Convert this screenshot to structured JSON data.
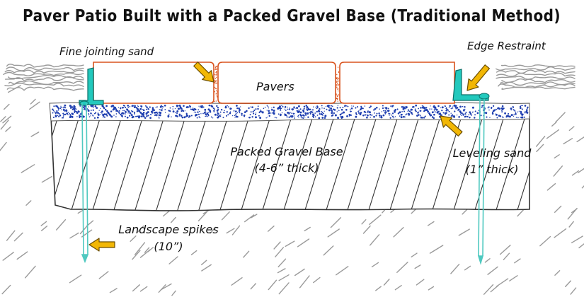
{
  "title": "Paver Patio Built with a Packed Gravel Base (Traditional Method)",
  "labels": {
    "jointing_sand": "Fine jointing sand",
    "edge_restraint": "Edge Restraint",
    "pavers": "Pavers",
    "gravel_base_line1": "Packed Gravel Base",
    "gravel_base_line2": "(4-6” thick)",
    "leveling_sand_line1": "Leveling sand",
    "leveling_sand_line2": "(1” thick)",
    "spikes_line1": "Landscape spikes",
    "spikes_line2": "(10”)"
  },
  "colors": {
    "arrow": "#f2b705",
    "arrow_outline": "#6b4e00",
    "paver_outline": "#d9531e",
    "sand_dots": "#1f3fb0",
    "edge_restraint": "#22c9bd",
    "spike": "#4fc9c0",
    "soil_sketch": "#9a9a9a",
    "gravel_hatch": "#333333"
  },
  "icons": [
    "arrow-icon",
    "landscape-spike-icon",
    "edge-restraint-icon"
  ]
}
